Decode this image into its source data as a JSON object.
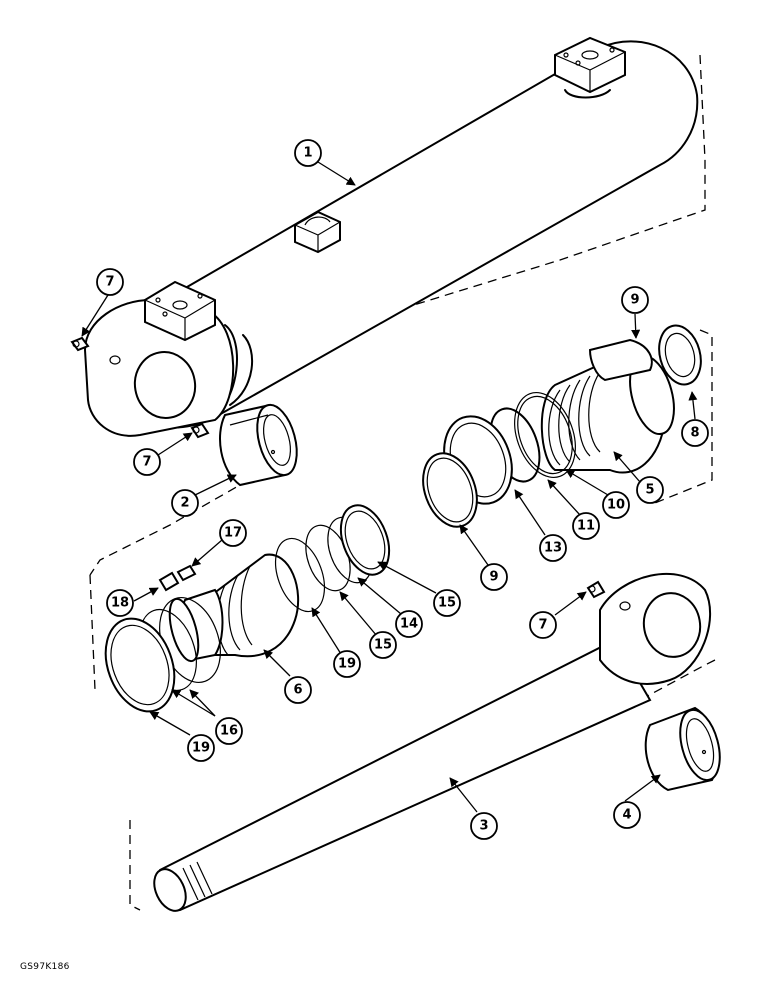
{
  "figure_code": "GS97K186",
  "callouts": [
    "1",
    "2",
    "3",
    "4",
    "5",
    "6",
    "7",
    "7",
    "7",
    "8",
    "9",
    "9",
    "10",
    "11",
    "13",
    "14",
    "15",
    "15",
    "16",
    "17",
    "18",
    "19",
    "19"
  ]
}
